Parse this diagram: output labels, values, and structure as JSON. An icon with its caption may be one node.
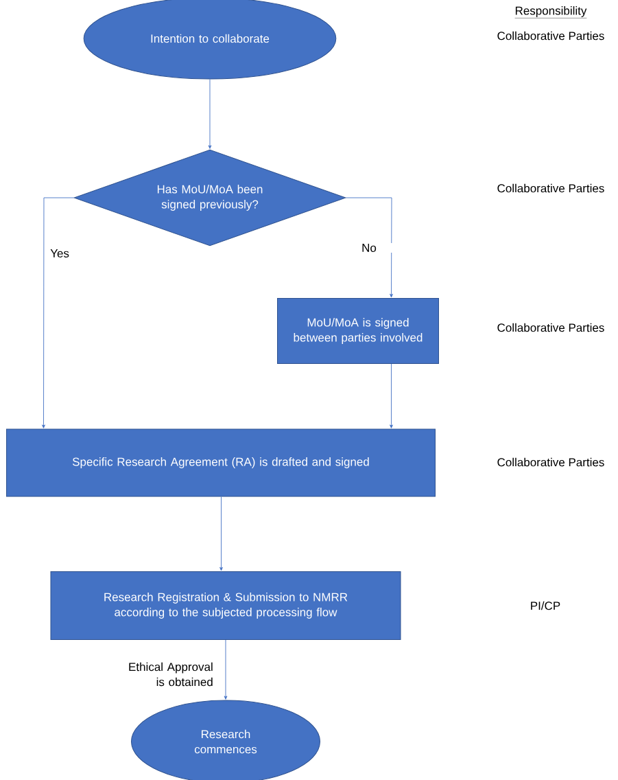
{
  "diagram": {
    "nodes": [
      {
        "text": [
          "Intention to collaborate"
        ]
      },
      {
        "text": [
          "Has MoU/MoA been signed previously?"
        ]
      },
      {
        "text": [
          "MoU/MoA is signed between parties involved"
        ]
      },
      {
        "text": [
          "Specific Research Agreement (RA) is drafted and signed"
        ]
      },
      {
        "text": [
          "Research Registration & Submission to NMRR according to the subjected processing flow"
        ]
      },
      {
        "text": [
          "Research commences"
        ]
      }
    ],
    "edges": [
      {
        "from": 0,
        "to": 1,
        "arrow": "to"
      },
      {
        "from": 1,
        "to": 3,
        "arrow": "to",
        "label": "Yes"
      },
      {
        "from": 1,
        "to": 2,
        "arrow": "to",
        "label": "No"
      },
      {
        "from": 2,
        "to": 3,
        "arrow": "to"
      },
      {
        "from": 3,
        "to": 4,
        "arrow": "to"
      },
      {
        "from": 4,
        "to": 5,
        "arrow": "to",
        "label": "Ethical Approval is obtained"
      }
    ],
    "labels": [
      "Responsibility",
      "Collaborative Parties",
      "Collaborative Parties",
      "Collaborative Parties",
      "Collaborative Parties",
      "PI/CP"
    ]
  }
}
